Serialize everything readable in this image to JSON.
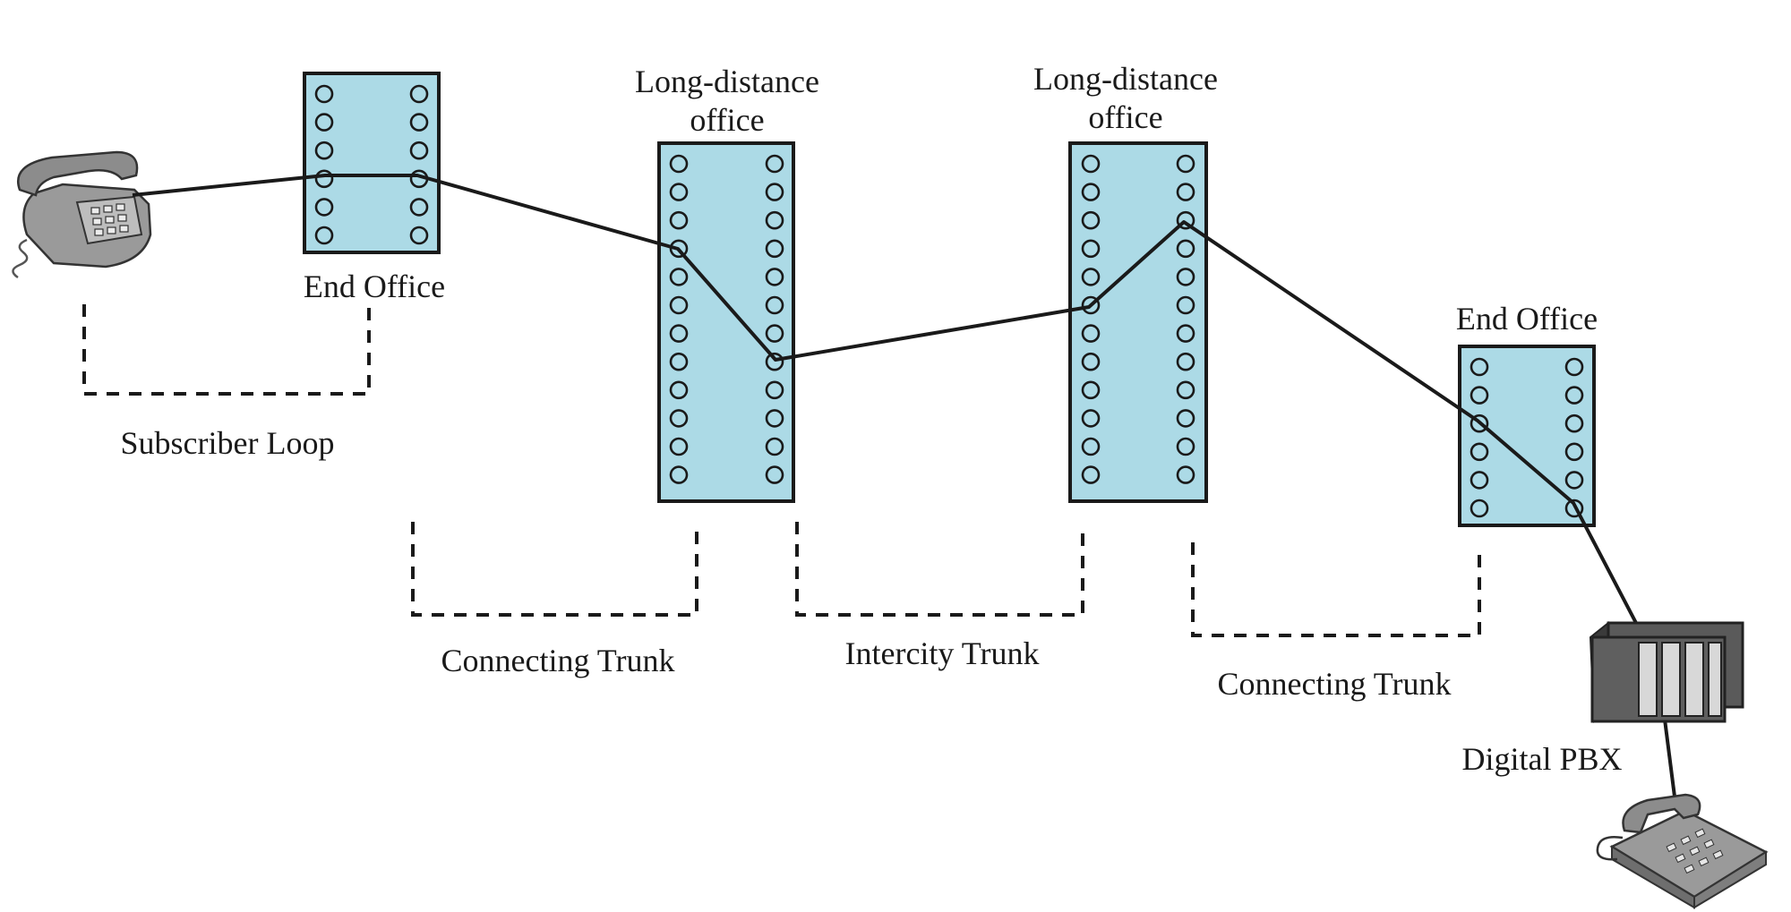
{
  "nodes": {
    "end_office_left": {
      "label": "End Office"
    },
    "ld_office_left": {
      "label_line1": "Long-distance",
      "label_line2": "office"
    },
    "ld_office_right": {
      "label_line1": "Long-distance",
      "label_line2": "office"
    },
    "end_office_right": {
      "label": "End Office"
    },
    "pbx": {
      "label": "Digital PBX"
    }
  },
  "segments": {
    "subscriber_loop": "Subscriber Loop",
    "connecting_trunk_left": "Connecting Trunk",
    "intercity_trunk": "Intercity Trunk",
    "connecting_trunk_right": "Connecting Trunk"
  },
  "icons": {
    "left_phone": "telephone-icon",
    "pbx_cabinet": "pbx-cabinet-icon",
    "pbx_phone": "desk-phone-icon"
  },
  "colors": {
    "office_fill": "#acdae6",
    "phone_body": "#9a9a9a",
    "pbx_cabinet": "#5a5a5a"
  }
}
